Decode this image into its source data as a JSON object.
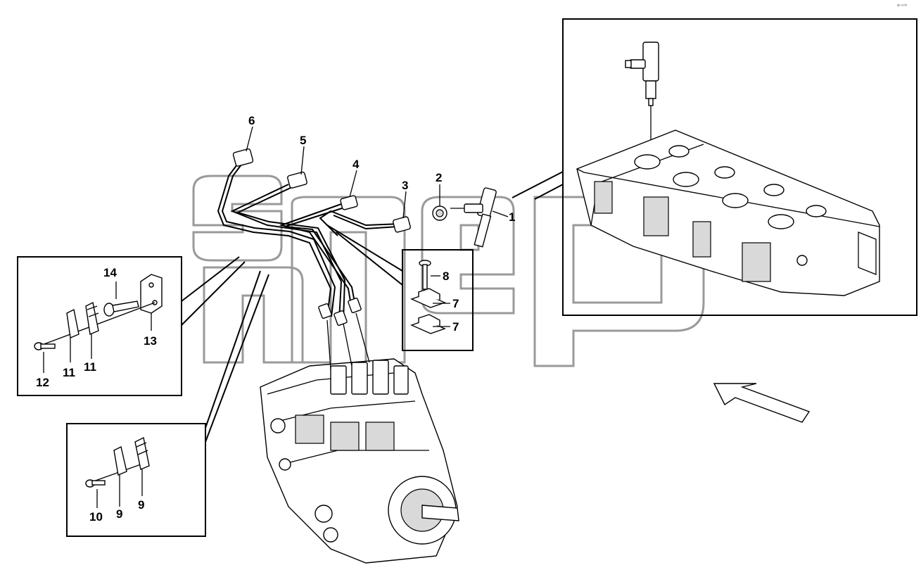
{
  "corner_mark": "ᵉᵖ ⁿᵒⁱᵒ",
  "callouts": {
    "c1": "1",
    "c2": "2",
    "c3": "3",
    "c4": "4",
    "c5": "5",
    "c6": "6",
    "c7a": "7",
    "c7b": "7",
    "c8": "8",
    "c9a": "9",
    "c9b": "9",
    "c10": "10",
    "c11a": "11",
    "c11b": "11",
    "c12": "12",
    "c13": "13",
    "c14": "14"
  },
  "watermark": "snep",
  "icons": {
    "direction_arrow": "arrow-left-up-icon"
  }
}
